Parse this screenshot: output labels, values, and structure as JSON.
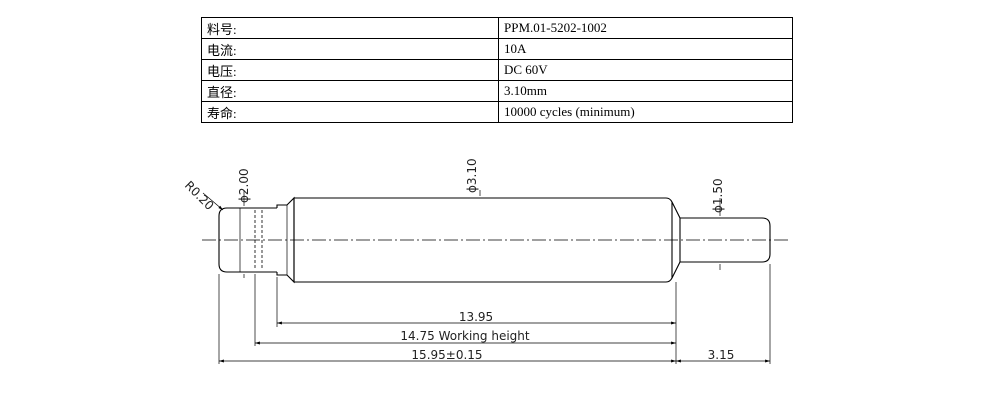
{
  "specs": [
    {
      "label": "料号:",
      "value": "PPM.01-5202-1002"
    },
    {
      "label": "电流:",
      "value": "10A"
    },
    {
      "label": "电压:",
      "value": "DC 60V"
    },
    {
      "label": "直径:",
      "value": "3.10mm"
    },
    {
      "label": "寿命:",
      "value": "10000 cycles (minimum)"
    }
  ],
  "dimensions": {
    "radius": "R0.20",
    "tip_diameter": "ϕ2.00",
    "barrel_diameter": "ϕ3.10",
    "plunger_diameter": "ϕ1.50",
    "body_length": "13.95",
    "working_height": "14.75 Working height",
    "total_length": "15.95±0.15",
    "tail_length": "3.15"
  }
}
